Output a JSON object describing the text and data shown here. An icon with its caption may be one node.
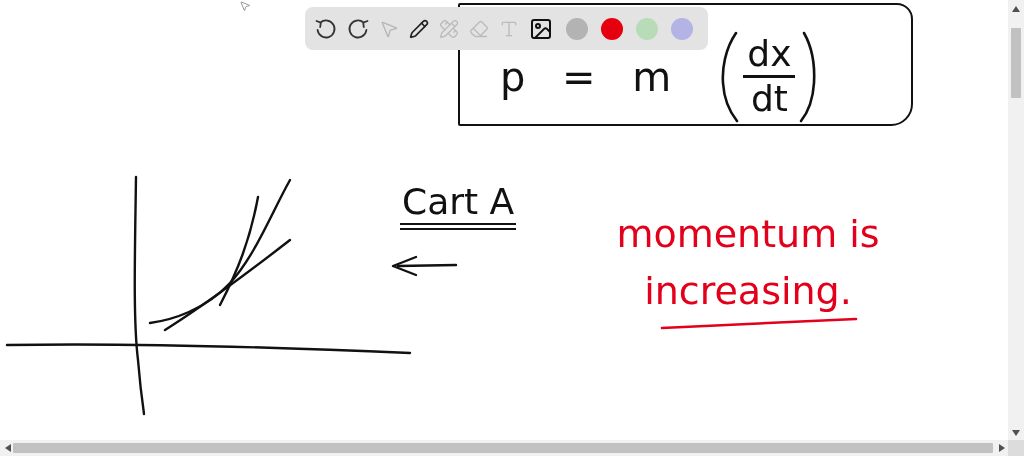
{
  "diagram": {
    "nodes": [
      {
        "text": [
          "p = m",
          "dx",
          "dt"
        ]
      }
    ],
    "labels": [
      "Cart A",
      "momentum is increasing."
    ]
  }
}
